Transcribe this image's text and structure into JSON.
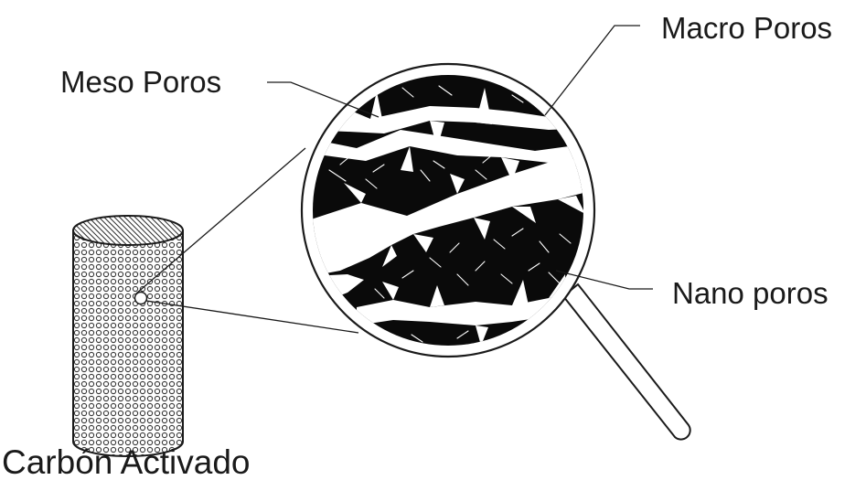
{
  "labels": {
    "meso": "Meso Poros",
    "macro": "Macro Poros",
    "nano": "Nano poros",
    "carbon": "Carbón Activado"
  },
  "colors": {
    "ink": "#1a1a1a",
    "carbon_fill": "#0a0a0a",
    "background": "#ffffff"
  }
}
